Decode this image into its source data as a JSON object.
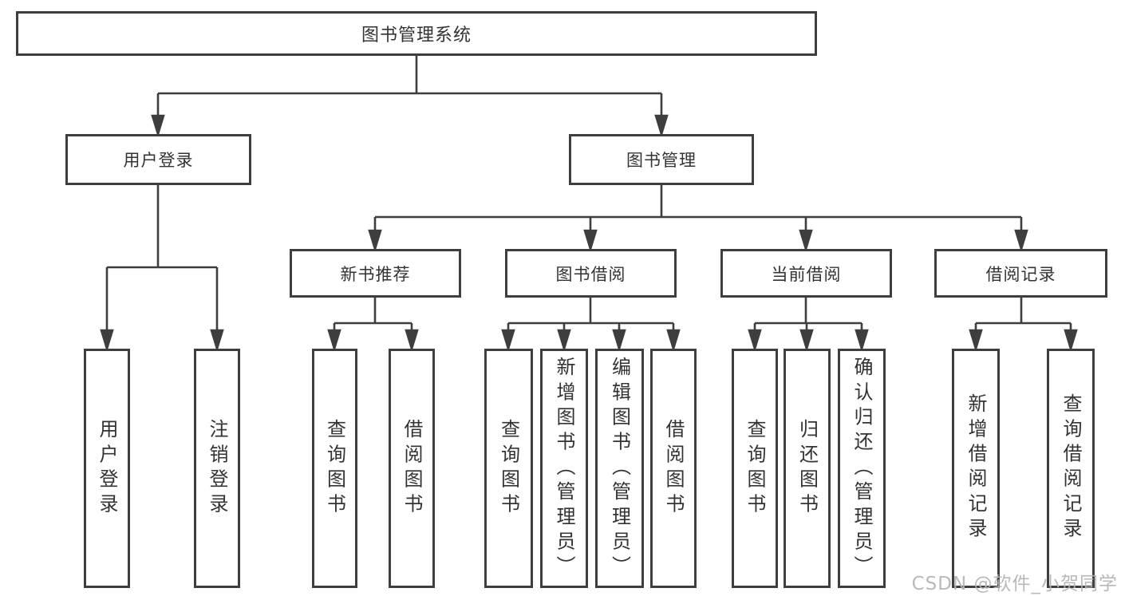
{
  "tree": {
    "root": "图书管理系统",
    "branches": {
      "user_login": {
        "label": "用户登录",
        "children": [
          "用户登录",
          "注销登录"
        ]
      },
      "book_management": {
        "label": "图书管理",
        "children": {
          "new_books": {
            "label": "新书推荐",
            "children": [
              "查询图书",
              "借阅图书"
            ]
          },
          "book_borrow": {
            "label": "图书借阅",
            "children": [
              "查询图书",
              "新增图书（管理员）",
              "编辑图书（管理员）",
              "借阅图书"
            ]
          },
          "current_borrow": {
            "label": "当前借阅",
            "children": [
              "查询图书",
              "归还图书",
              "确认归还（管理员）"
            ]
          },
          "borrow_records": {
            "label": "借阅记录",
            "children": [
              "新增借阅记录",
              "查询借阅记录"
            ]
          }
        }
      }
    }
  },
  "watermark": "CSDN @软件_小贺同学",
  "colors": {
    "line": "#3e3e3e",
    "text": "#333333",
    "watermark_gray": "#b4b4b4",
    "background": "#ffffff"
  }
}
